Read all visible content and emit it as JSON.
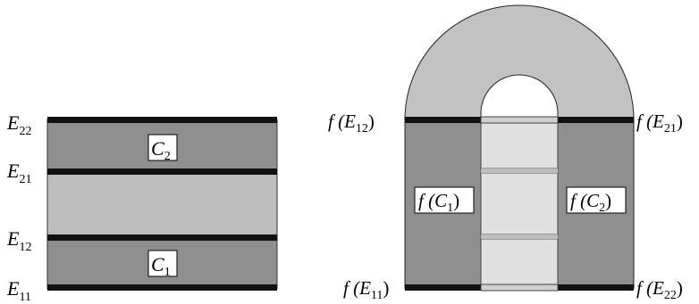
{
  "colors": {
    "dark_region": "#8f8f8f",
    "light_region": "#bdbdbd",
    "lighter_region": "#e1e1e1",
    "arch": "#c2c2c2",
    "boundary": "#111111",
    "white": "#ffffff"
  },
  "left_diagram": {
    "edge_labels": {
      "E22": {
        "base": "E",
        "sub": "22"
      },
      "E21": {
        "base": "E",
        "sub": "21"
      },
      "E12": {
        "base": "E",
        "sub": "12"
      },
      "E11": {
        "base": "E",
        "sub": "11"
      }
    },
    "region_labels": {
      "C2": {
        "base": "C",
        "sub": "2"
      },
      "C1": {
        "base": "C",
        "sub": "1"
      }
    }
  },
  "right_diagram": {
    "edge_labels": {
      "fE12": {
        "pre": "f (",
        "base": "E",
        "sub": "12",
        "post": ")"
      },
      "fE21": {
        "pre": "f (",
        "base": "E",
        "sub": "21",
        "post": ")"
      },
      "fE11": {
        "pre": "f (",
        "base": "E",
        "sub": "11",
        "post": ")"
      },
      "fE22": {
        "pre": "f (",
        "base": "E",
        "sub": "22",
        "post": ")"
      }
    },
    "region_labels": {
      "fC1": {
        "pre": "f (",
        "base": "C",
        "sub": "1",
        "post": ")"
      },
      "fC2": {
        "pre": "f (",
        "base": "C",
        "sub": "2",
        "post": ")"
      }
    }
  }
}
